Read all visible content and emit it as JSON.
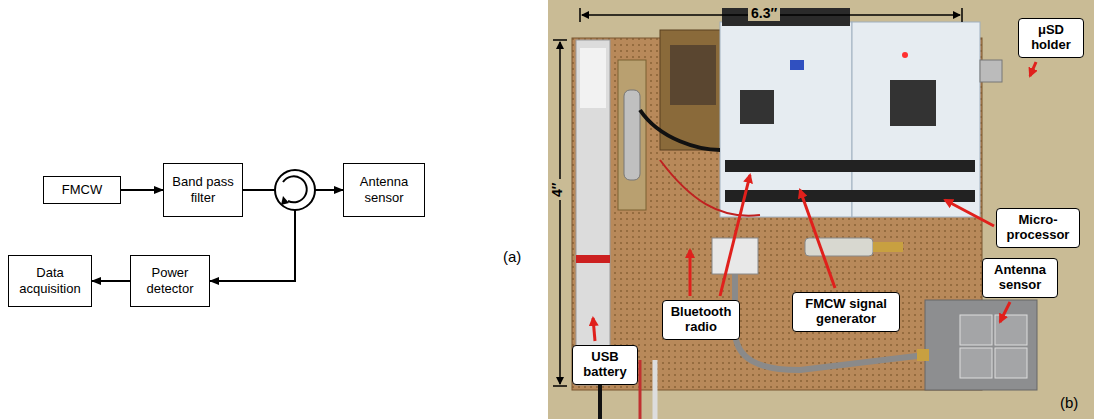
{
  "diagram": {
    "nodes": [
      {
        "text": [
          "FMCW"
        ]
      },
      {
        "text": [
          "Band pass filter"
        ]
      },
      {
        "text": [
          "Antenna sensor"
        ]
      },
      {
        "text": [
          "Data acquisition"
        ]
      },
      {
        "text": [
          "Power detector"
        ]
      },
      {
        "text": [
          "μSD holder"
        ]
      },
      {
        "text": [
          "Micro- processor"
        ]
      },
      {
        "text": [
          "Bluetooth radio"
        ]
      },
      {
        "text": [
          "FMCW signal generator"
        ]
      },
      {
        "text": [
          "Antenna sensor"
        ]
      },
      {
        "text": [
          "USB battery"
        ]
      }
    ],
    "edges": [
      {
        "from": 0,
        "to": 1,
        "arrow": "to"
      },
      {
        "from": 1,
        "to": 2,
        "arrow": "to"
      },
      {
        "from": 2,
        "to": 4,
        "arrow": "to"
      },
      {
        "from": 4,
        "to": 3,
        "arrow": "to"
      }
    ],
    "labels": [
      "(a)",
      "6.3″",
      "4″",
      "(b)"
    ]
  }
}
